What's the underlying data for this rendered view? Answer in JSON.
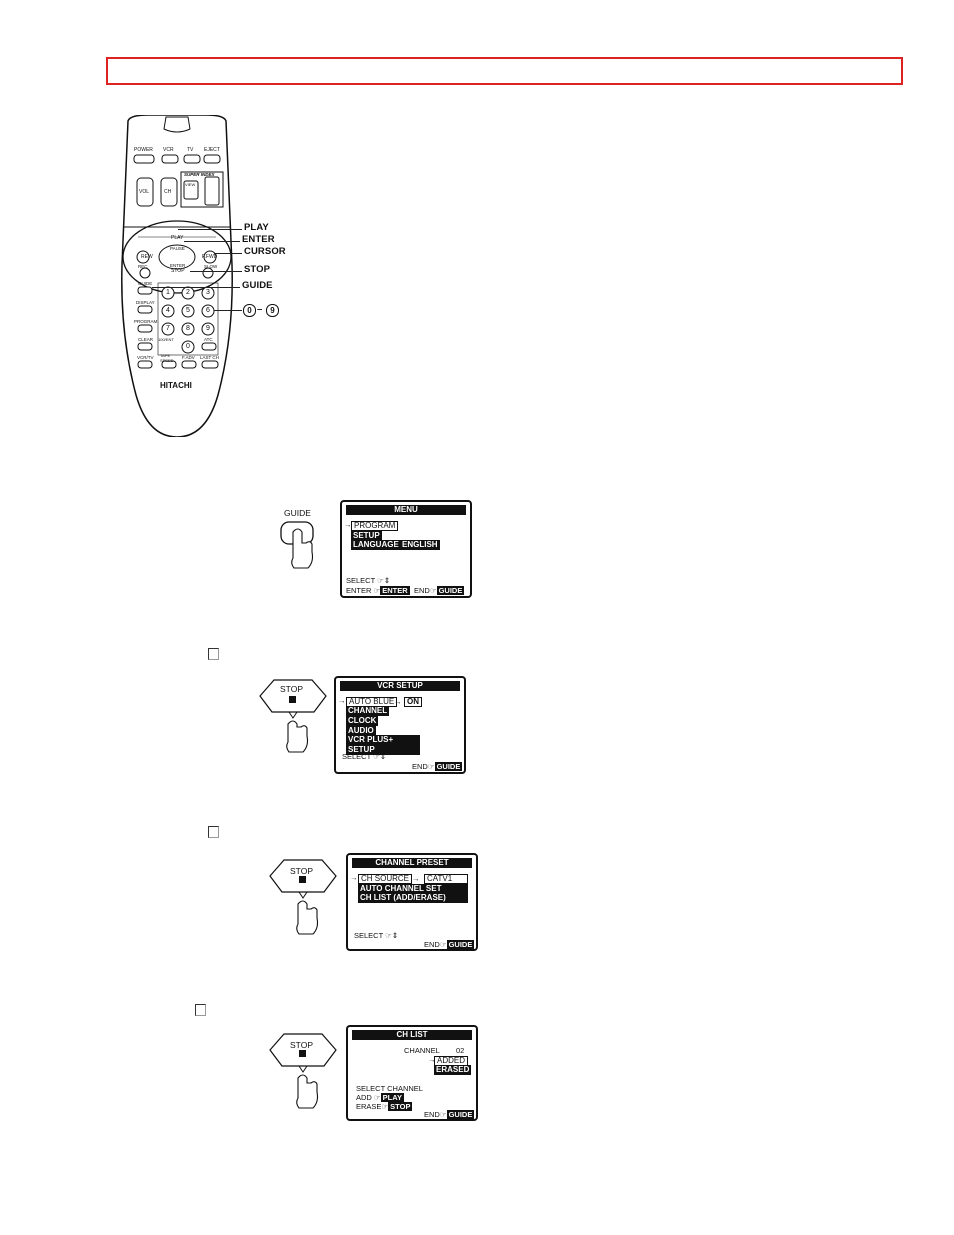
{
  "remote": {
    "brand": "HITACHI",
    "top_buttons": [
      "POWER",
      "VCR",
      "TV",
      "EJECT"
    ],
    "super_title": "SUPER INDEX",
    "rocker_vol": "VOL",
    "rocker_ch": "CH",
    "view_label": "VIEW",
    "play": "PLAY",
    "rew": "REW",
    "ffwd": "F.FWD",
    "pause": "PAUSE",
    "enter": "ENTER",
    "stop": "STOP",
    "rec": "REC",
    "slow": "SLOW",
    "left_buttons": [
      "GUIDE",
      "DISPLAY",
      "PROGRAM",
      "CLEAR",
      "VCR/TV"
    ],
    "digits": [
      "1",
      "2",
      "3",
      "4",
      "5",
      "6",
      "7",
      "8",
      "9",
      "0"
    ],
    "bottom_buttons": [
      "TAPE SPEED",
      "F.ADV",
      "LAST CH"
    ],
    "small_buttons": [
      "100/ENT",
      "ATC"
    ]
  },
  "callouts": {
    "play": "PLAY",
    "enter": "ENTER",
    "cursor": "CURSOR",
    "stop": "STOP",
    "guide": "GUIDE",
    "digit_from": "0",
    "digit_sep": "–",
    "digit_to": "9"
  },
  "steps": {
    "guide_button": "GUIDE",
    "stop_button": "STOP"
  },
  "menu_screen": {
    "title": "MENU",
    "items": [
      "PROGRAM",
      "SETUP",
      "LANGUAGE"
    ],
    "language_value": "ENGLISH",
    "select": "SELECT",
    "enter_label": "ENTER",
    "enter_tag": "ENTER",
    "end_label": "END",
    "end_tag": "GUIDE"
  },
  "vcr_setup_screen": {
    "title": "VCR SETUP",
    "items": [
      "AUTO BLUE",
      "CHANNEL",
      "CLOCK",
      "AUDIO",
      "VCR PLUS+ SETUP"
    ],
    "auto_blue_value": "ON",
    "select": "SELECT",
    "end_label": "END",
    "end_tag": "GUIDE"
  },
  "channel_preset_screen": {
    "title": "CHANNEL PRESET",
    "items": [
      "CH SOURCE",
      "AUTO CHANNEL SET",
      "CH LIST (ADD/ERASE)"
    ],
    "source_value": "CATV1",
    "select": "SELECT",
    "end_label": "END",
    "end_tag": "GUIDE"
  },
  "ch_list_screen": {
    "title": "CH LIST",
    "channel_label": "CHANNEL",
    "channel_value": "02",
    "added": "ADDED",
    "erased": "ERASED",
    "select_channel": "SELECT CHANNEL",
    "add_label": "ADD",
    "add_tag": "PLAY",
    "erase_label": "ERASE",
    "erase_tag": "STOP",
    "end_label": "END",
    "end_tag": "GUIDE"
  }
}
